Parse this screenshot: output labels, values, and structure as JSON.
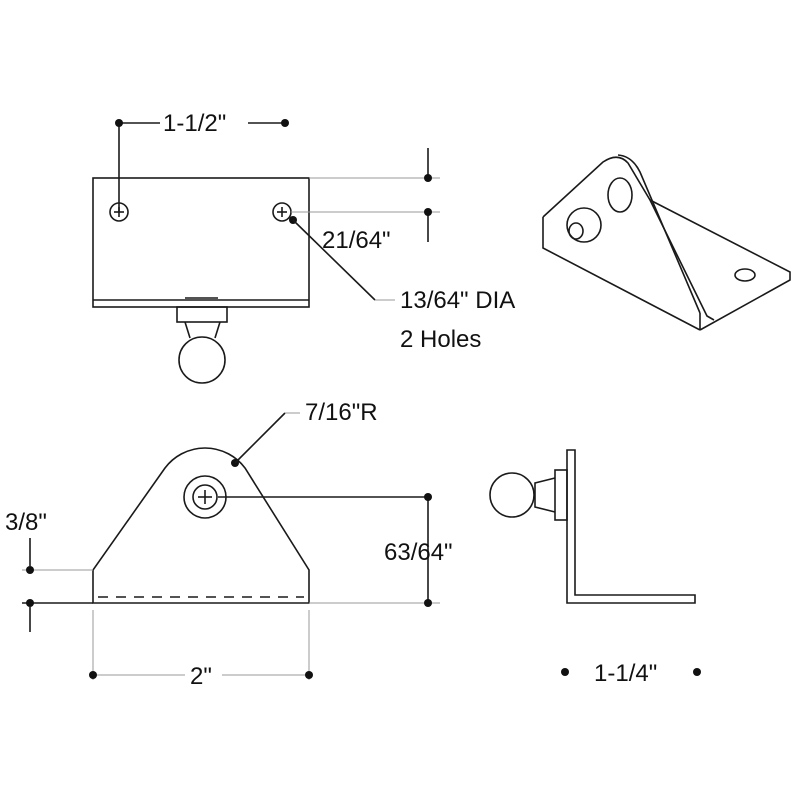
{
  "top_view": {
    "hole_spacing": "1-1/2\"",
    "hole_offset": "21/64\"",
    "hole_callout_line1": "13/64\" DIA",
    "hole_callout_line2": "2 Holes"
  },
  "front_view": {
    "radius": "7/16\"R",
    "height": "63/64\"",
    "thickness": "3/8\"",
    "width": "2\""
  },
  "side_view": {
    "depth": "1-1/4\""
  }
}
